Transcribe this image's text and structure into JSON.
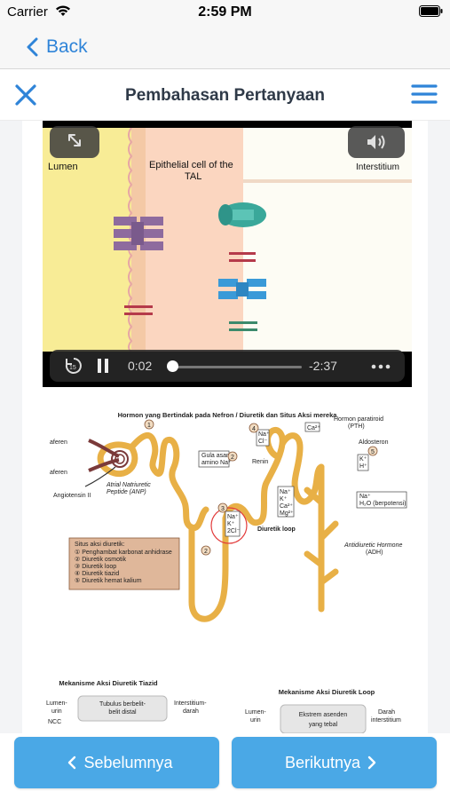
{
  "status_bar": {
    "carrier": "Carrier",
    "time": "2:59 PM"
  },
  "nav": {
    "back_label": "Back"
  },
  "header": {
    "title": "Pembahasan Pertanyaan"
  },
  "video": {
    "label_lumen": "Lumen",
    "label_cell_line1": "Epithelial cell of the",
    "label_cell_line2": "TAL",
    "label_interstitium": "Interstitium",
    "current_time": "0:02",
    "remaining_time": "-2:37",
    "progress": 0.012
  },
  "figure1": {
    "title": "Hormon yang Bertindak pada Nefron / Diuretik dan Situs Aksi mereka",
    "labels": {
      "aferen_top": "aferen",
      "aferen_bottom": "aferen",
      "angiotensin": "Angiotensin II",
      "anp_line1": "Atrial Natriuretic",
      "anp_line2": "Peptide (ANP)",
      "gula_line1": "Gula asam",
      "gula_line2": "amino Na⁺",
      "renin": "Renin",
      "box_na_cl_1": "Na⁺",
      "box_na_cl_2": "Cl⁻",
      "ca_box": "Ca²⁺",
      "pth_line1": "Hormon paratiroid",
      "pth_line2": "(PTH)",
      "aldosteron": "Aldosteron",
      "kh_1": "K⁺",
      "kh_2": "H⁺",
      "nakcamg_1": "Na⁺",
      "nakcamg_2": "K⁺",
      "nakcamg_3": "Ca²⁺",
      "nakcamg_4": "Mg²⁺",
      "na_h2o_1": "Na⁺",
      "na_h2o_2": "H₂O (berpotensi)",
      "loop_box_1": "Na⁺",
      "loop_box_2": "K⁺",
      "loop_box_3": "2Cl⁻",
      "diuretik_loop": "Diuretik loop",
      "adh_line1": "Antidiuretic Hormone",
      "adh_line2": "(ADH)"
    },
    "legend_title": "Situs aksi diuretik:",
    "legend_items": [
      "Penghambat karbonat anhidrase",
      "Diuretik osmotik",
      "Diuretik loop",
      "Diuretik tiazid",
      "Diuretik hemat kalium"
    ],
    "badges": [
      "1",
      "2",
      "3",
      "4",
      "5"
    ]
  },
  "figure2": {
    "left_title": "Mekanisme Aksi Diuretik Tiazid",
    "left_lumen_1": "Lumen-",
    "left_lumen_2": "urin",
    "left_ncc": "NCC",
    "left_tubule_1": "Tubulus berbelit-",
    "left_tubule_2": "belit distal",
    "left_inter_1": "Interstitium-",
    "left_inter_2": "darah",
    "right_title": "Mekanisme Aksi Diuretik Loop",
    "right_lumen_1": "Lumen-",
    "right_lumen_2": "urin",
    "right_ext_1": "Ekstrem asenden",
    "right_ext_2": "yang tebal",
    "right_darah_1": "Darah",
    "right_darah_2": "interstitium"
  },
  "footer": {
    "prev_label": "Sebelumnya",
    "next_label": "Berikutnya"
  },
  "colors": {
    "accent": "#2f84d8",
    "button": "#4aa8e6",
    "tubule": "#e8b046"
  }
}
